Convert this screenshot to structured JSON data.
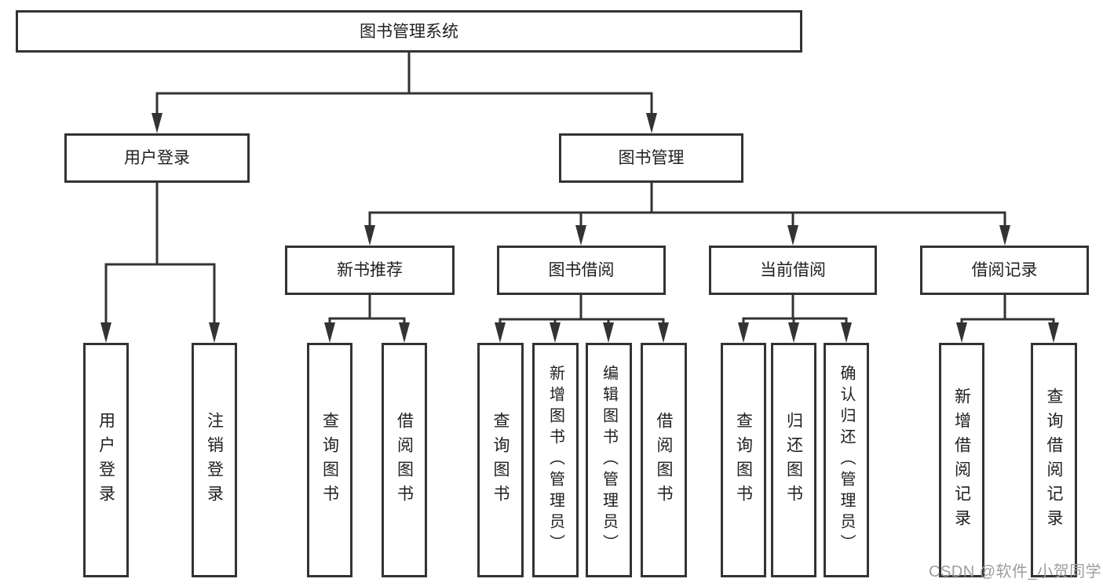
{
  "tree": {
    "label": "图书管理系统",
    "children": [
      {
        "label": "用户登录",
        "children": [
          {
            "label": "用户登录"
          },
          {
            "label": "注销登录"
          }
        ]
      },
      {
        "label": "图书管理",
        "children": [
          {
            "label": "新书推荐",
            "children": [
              {
                "label": "查询图书"
              },
              {
                "label": "借阅图书"
              }
            ]
          },
          {
            "label": "图书借阅",
            "children": [
              {
                "label": "查询图书"
              },
              {
                "label": "新增图书（管理员）"
              },
              {
                "label": "编辑图书（管理员）"
              },
              {
                "label": "借阅图书"
              }
            ]
          },
          {
            "label": "当前借阅",
            "children": [
              {
                "label": "查询图书"
              },
              {
                "label": "归还图书"
              },
              {
                "label": "确认归还（管理员）"
              }
            ]
          },
          {
            "label": "借阅记录",
            "children": [
              {
                "label": "新增借阅记录"
              },
              {
                "label": "查询借阅记录"
              }
            ]
          }
        ]
      }
    ]
  },
  "watermark": {
    "text": "CSDN @软件_小贺同学",
    "color": "#9e9e9e"
  },
  "colors": {
    "line": "#333333",
    "text": "#1f1f1f",
    "background": "#ffffff"
  }
}
